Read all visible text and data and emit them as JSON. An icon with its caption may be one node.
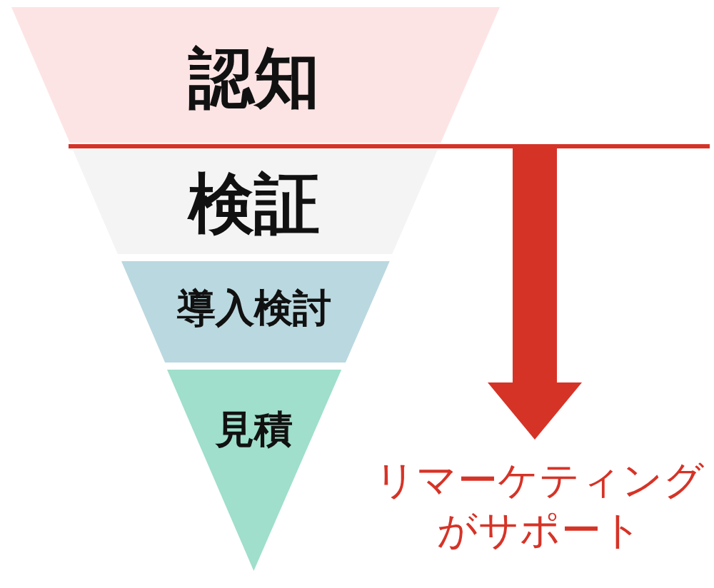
{
  "diagram": {
    "nodes": [
      {
        "text": [
          "認知"
        ]
      },
      {
        "text": [
          "検証"
        ]
      },
      {
        "text": [
          "導入検討"
        ]
      },
      {
        "text": [
          "見積"
        ]
      },
      {
        "text": [
          "リマーケティングがサポート"
        ]
      }
    ],
    "edges": [
      {
        "from": null,
        "to": 4,
        "arrow": "to",
        "color": "#d63327"
      }
    ]
  }
}
